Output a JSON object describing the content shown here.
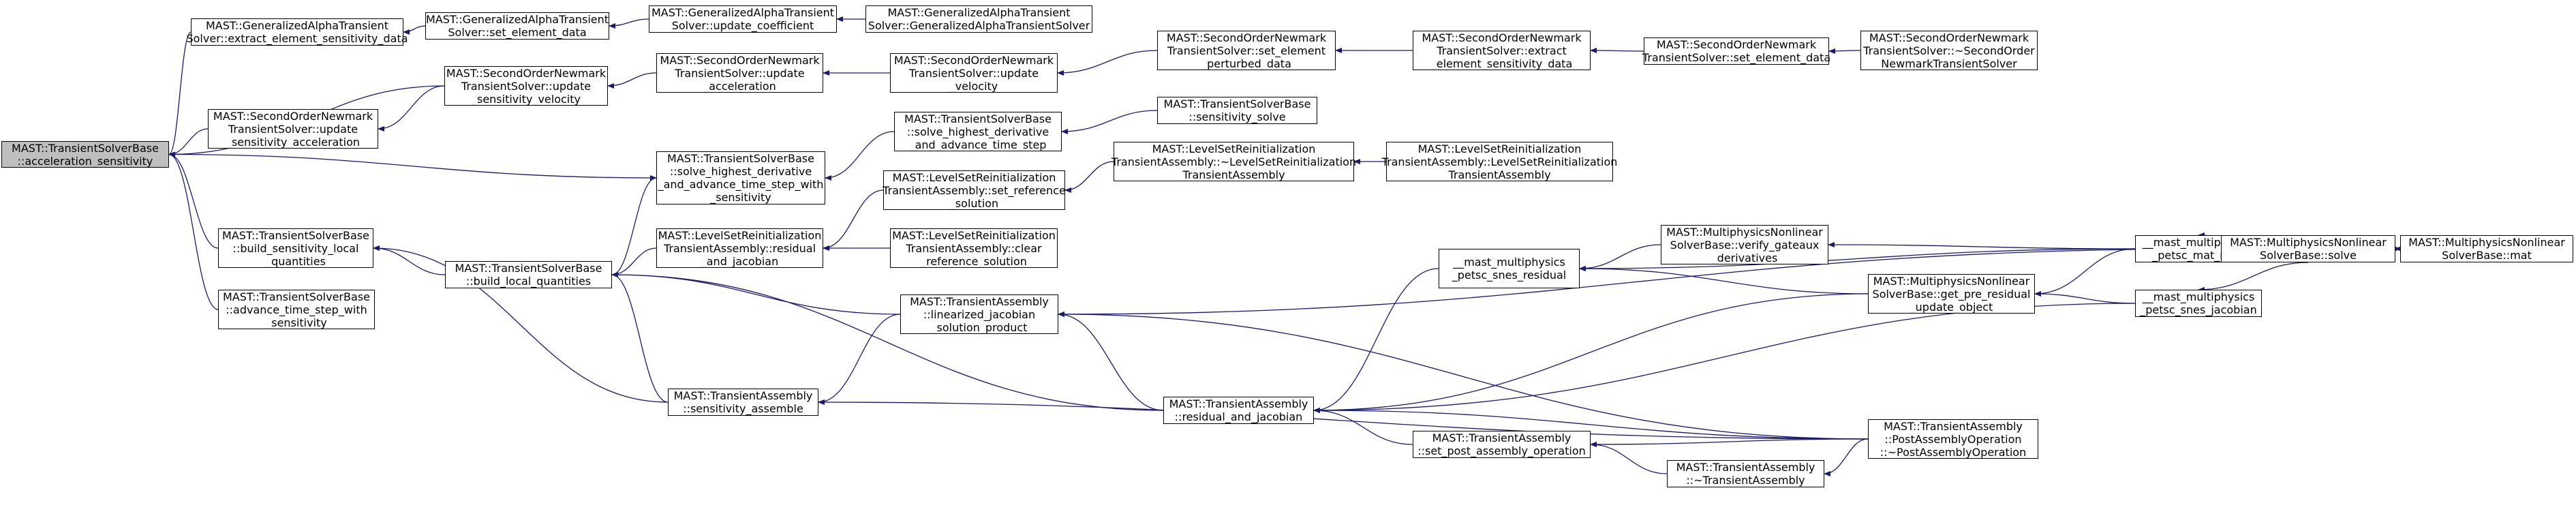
{
  "colors": {
    "edge": "#191970",
    "root_fill": "#bfbfbf",
    "node_fill": "#ffffff",
    "border": "#000000"
  },
  "nodes": {
    "n0": "MAST::TransientSolverBase\n::acceleration_sensitivity",
    "n1": "MAST::GeneralizedAlphaTransient\nSolver::extract_element_sensitivity_data",
    "n2": "MAST::GeneralizedAlphaTransient\nSolver::set_element_data",
    "n3": "MAST::GeneralizedAlphaTransient\nSolver::update_coefficient",
    "n4": "MAST::GeneralizedAlphaTransient\nSolver::GeneralizedAlphaTransientSolver",
    "n5": "MAST::SecondOrderNewmark\nTransientSolver::update\n_sensitivity_velocity",
    "n6": "MAST::SecondOrderNewmark\nTransientSolver::update\n_acceleration",
    "n7": "MAST::SecondOrderNewmark\nTransientSolver::update\n_velocity",
    "n8": "MAST::SecondOrderNewmark\nTransientSolver::set_element\n_perturbed_data",
    "n9": "MAST::SecondOrderNewmark\nTransientSolver::extract\n_element_sensitivity_data",
    "n10": "MAST::SecondOrderNewmark\nTransientSolver::set_element_data",
    "n11": "MAST::SecondOrderNewmark\nTransientSolver::~SecondOrder\nNewmarkTransientSolver",
    "n12": "MAST::SecondOrderNewmark\nTransientSolver::update\n_sensitivity_acceleration",
    "n13": "MAST::TransientSolverBase\n::solve_highest_derivative\n_and_advance_time_step_with\n_sensitivity",
    "n14": "MAST::TransientSolverBase\n::solve_highest_derivative\n_and_advance_time_step",
    "n15": "MAST::TransientSolverBase\n::sensitivity_solve",
    "n16": "MAST::TransientSolverBase\n::build_sensitivity_local\n_quantities",
    "n17": "MAST::TransientSolverBase\n::build_local_quantities",
    "n18": "MAST::LevelSetReinitialization\nTransientAssembly::residual\n_and_jacobian",
    "n19": "MAST::LevelSetReinitialization\nTransientAssembly::set_reference\n_solution",
    "n20": "MAST::LevelSetReinitialization\nTransientAssembly::~LevelSetReinitialization\nTransientAssembly",
    "n21": "MAST::LevelSetReinitialization\nTransientAssembly::LevelSetReinitialization\nTransientAssembly",
    "n22": "MAST::LevelSetReinitialization\nTransientAssembly::clear\n_reference_solution",
    "n23": "MAST::TransientAssembly\n::linearized_jacobian\n_solution_product",
    "n24": "MAST::TransientSolverBase\n::advance_time_step_with\n_sensitivity",
    "n25": "MAST::TransientAssembly\n::sensitivity_assemble",
    "n26": "MAST::TransientAssembly\n::residual_and_jacobian",
    "n27": "__mast_multiphysics\n_petsc_snes_residual",
    "n28": "MAST::MultiphysicsNonlinear\nSolverBase::verify_gateaux\n_derivatives",
    "n29": "MAST::MultiphysicsNonlinear\nSolverBase::get_pre_residual\n_update_object",
    "n30": "__mast_multiphysics\n_petsc_mat_mult",
    "n31": "__mast_multiphysics\n_petsc_snes_jacobian",
    "n32": "MAST::MultiphysicsNonlinear\nSolverBase::solve",
    "n33": "MAST::MultiphysicsNonlinear\nSolverBase::mat",
    "n34": "MAST::TransientAssembly\n::set_post_assembly_operation",
    "n35": "MAST::TransientAssembly\n::~TransientAssembly",
    "n36": "MAST::TransientAssembly\n::PostAssemblyOperation\n::~PostAssemblyOperation"
  }
}
